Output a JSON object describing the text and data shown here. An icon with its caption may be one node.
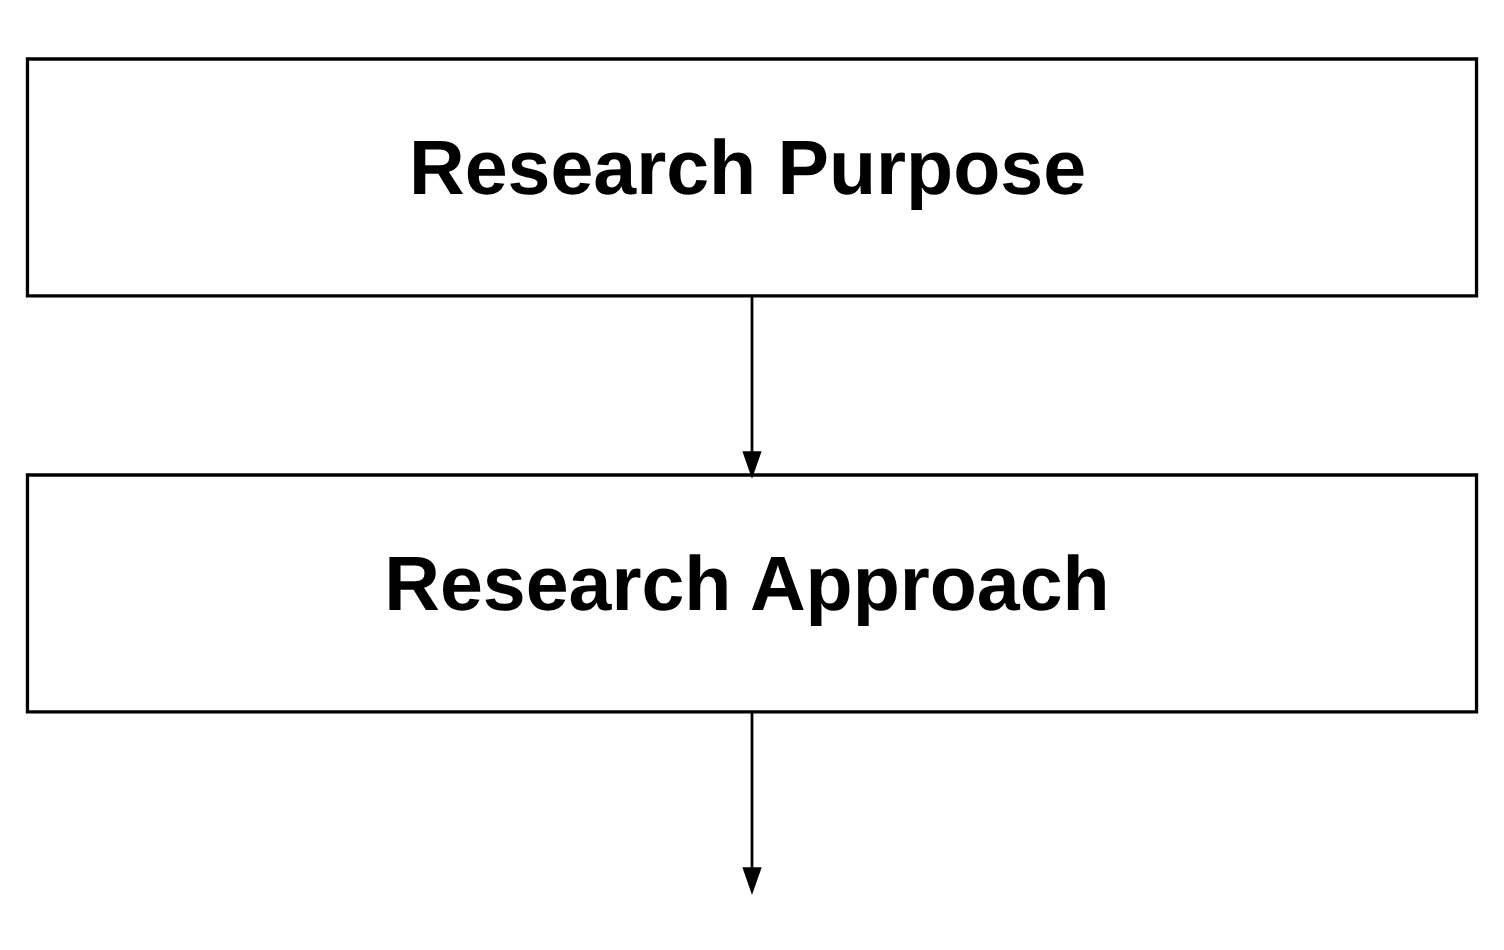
{
  "diagram": {
    "nodes": [
      {
        "text": [
          "Research Purpose"
        ]
      },
      {
        "text": [
          "Research Approach"
        ]
      }
    ],
    "edges": [
      {
        "from": 0,
        "to": 1,
        "arrow": "to"
      },
      {
        "from": 1,
        "to": null,
        "arrow": "to"
      }
    ]
  }
}
